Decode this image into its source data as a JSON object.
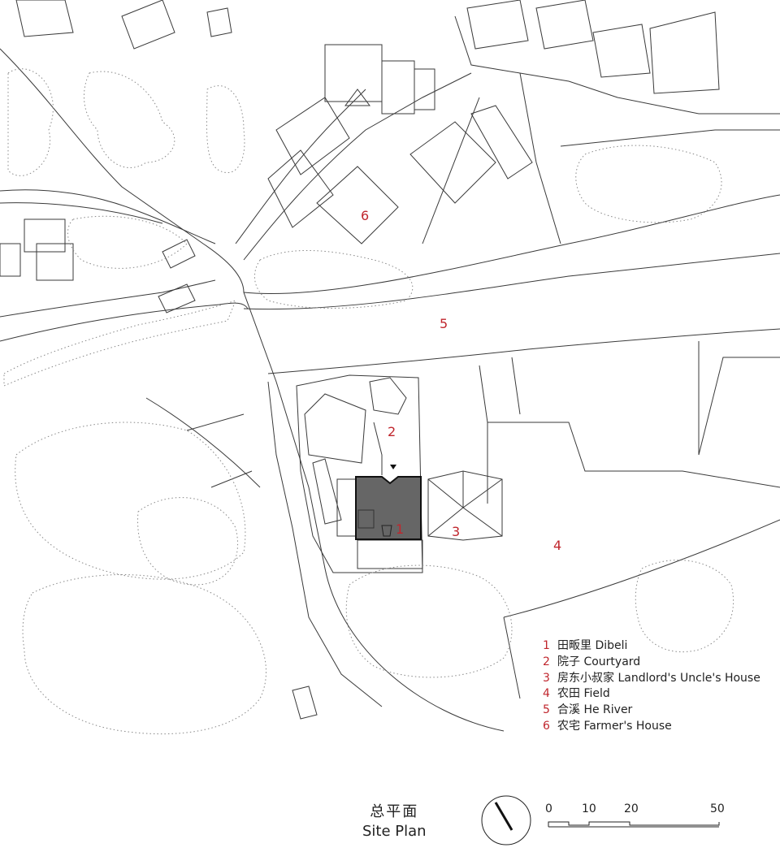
{
  "plan_labels": {
    "dibeli": "1",
    "courtyard": "2",
    "uncle_house": "3",
    "field": "4",
    "river": "5",
    "farmer_house": "6"
  },
  "legend": [
    {
      "num": "1",
      "text": "田畈里 Dibeli"
    },
    {
      "num": "2",
      "text": "院子 Courtyard"
    },
    {
      "num": "3",
      "text": "房东小叔家 Landlord's Uncle's House"
    },
    {
      "num": "4",
      "text": "农田 Field"
    },
    {
      "num": "5",
      "text": "合溪 He River"
    },
    {
      "num": "6",
      "text": "农宅 Farmer's House"
    }
  ],
  "title": {
    "zh": "总平面",
    "en": "Site Plan"
  },
  "scale_bar": {
    "labels": [
      "0",
      "10",
      "20",
      "50"
    ]
  },
  "colors": {
    "line": "#3a3a3a",
    "building": "#666666",
    "label": "#c0262d"
  }
}
